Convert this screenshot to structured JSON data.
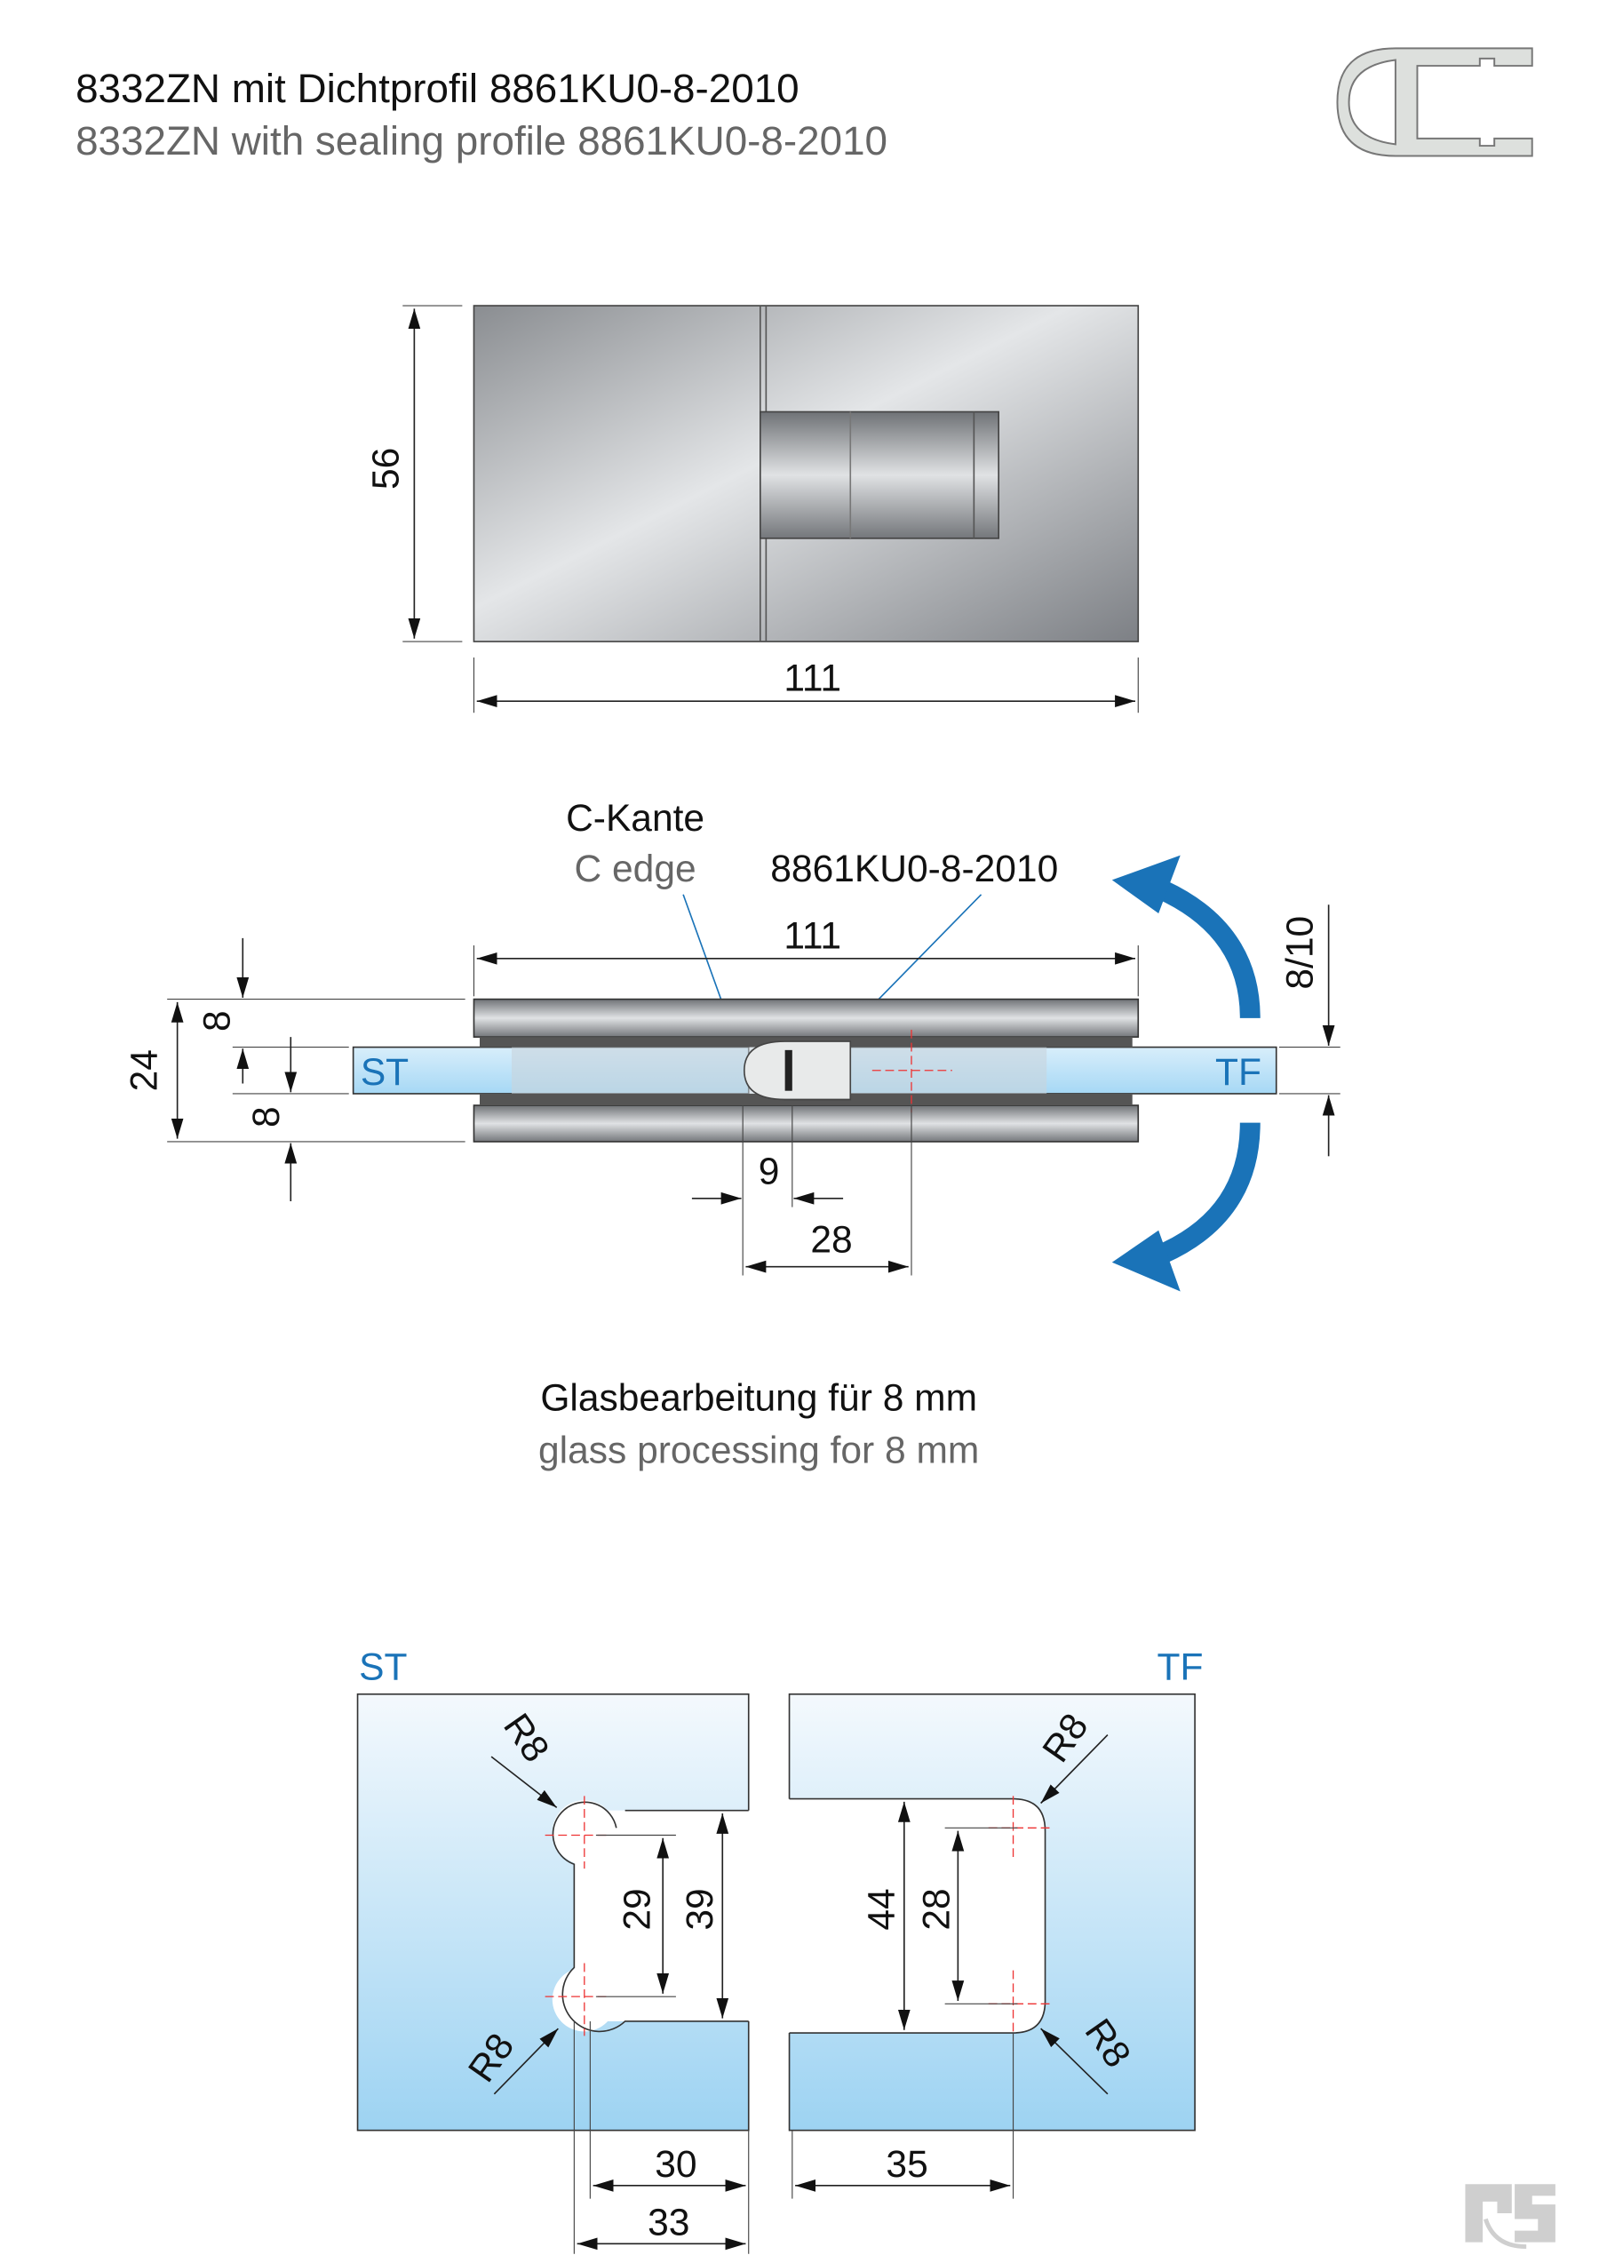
{
  "title": {
    "de": "8332ZN mit Dichtprofil 8861KU0-8-2010",
    "en": "8332ZN with sealing profile 8861KU0-8-2010"
  },
  "top_view": {
    "height": "56",
    "width": "111"
  },
  "section": {
    "c_edge_de": "C-Kante",
    "c_edge_en": "C edge",
    "profile": "8861KU0-8-2010",
    "width": "111",
    "total": "24",
    "plate_top": "8",
    "plate_bottom": "8",
    "glass": "8/10",
    "offset_a": "9",
    "offset_b": "28",
    "left_label": "ST",
    "right_label": "TF"
  },
  "processing": {
    "de": "Glasbearbeitung für 8 mm",
    "en": "glass processing for 8 mm"
  },
  "cutouts": {
    "left_label": "ST",
    "right_label": "TF",
    "radius": "R8",
    "left_inner": "29",
    "left_outer": "39",
    "left_w1": "30",
    "left_w2": "33",
    "right_outer": "44",
    "right_inner": "28",
    "right_w": "35"
  },
  "colors": {
    "accent": "#1a73b8",
    "glass": "#a6d8f5"
  }
}
